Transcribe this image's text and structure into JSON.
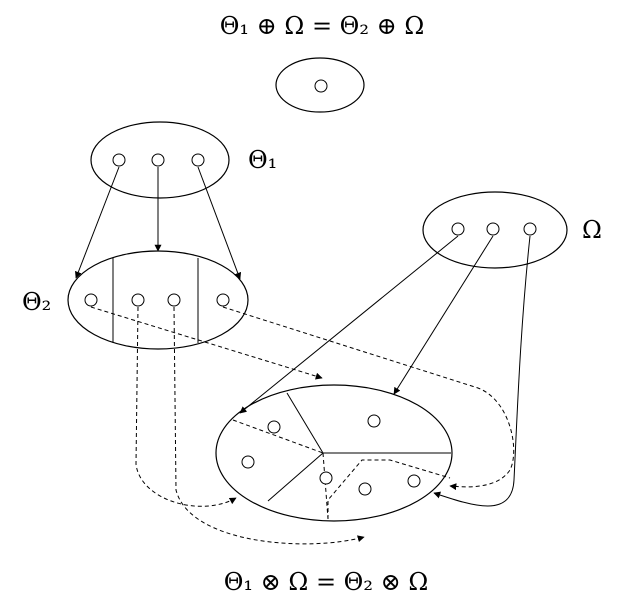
{
  "equations": {
    "top": "Θ₁ ⊕ Ω = Θ₂ ⊕ Ω",
    "bottom": "Θ₁ ⊗ Ω = Θ₂ ⊗ Ω"
  },
  "labels": {
    "theta1": "Θ₁",
    "theta2": "Θ₂",
    "omega": "Ω"
  },
  "colors": {
    "stroke": "#000000",
    "background": "#ffffff"
  }
}
